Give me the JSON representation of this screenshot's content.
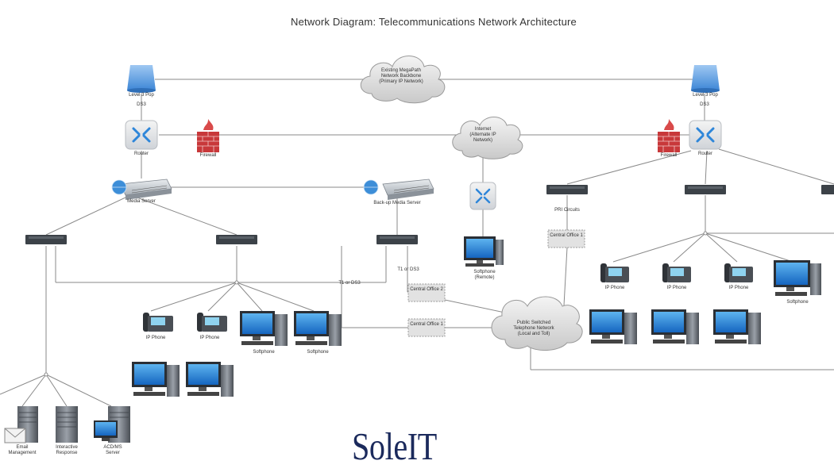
{
  "diagram": {
    "title": "Network Diagram: Telecommunications Network Architecture",
    "brand": "SoleIT",
    "clouds": {
      "backbone": "Existing MegaPath Network Backbone (Primary IP Network)",
      "internet": "Internet (Alternate IP Network)",
      "pstn": "Public Switched Telephone Network (Local and Toll)"
    },
    "labels": {
      "pop_left": "Level 3 Pop",
      "pop_right": "Level 3 Pop",
      "ds3_left": "DS3",
      "ds3_right": "DS3",
      "router_left": "Router",
      "router_right": "Router",
      "firewall_left": "Firewall",
      "firewall_right": "Firewall",
      "media_server": "Media Server",
      "backup_media_server": "Back-up Media Server",
      "t1_ds3": "T1 or DS3",
      "t1_ds3_b": "T1 or DS3",
      "central_office_2": "Central Office 2",
      "central_office_1": "Central Office 1",
      "central_office_1_right": "Central Office 1",
      "pri_circuits": "PRI Circuits",
      "softphone_remote": "Softphone (Remote)",
      "ip_phone_1": "IP Phone",
      "ip_phone_2": "IP Phone",
      "softphone_1": "Softphone",
      "softphone_2": "Softphone",
      "ip_phone_r1": "IP Phone",
      "ip_phone_r2": "IP Phone",
      "ip_phone_r3": "IP Phone",
      "softphone_r": "Softphone",
      "email_mgmt": "Email Management",
      "ivr": "Interactive Response",
      "acd": "ACD/MS Server"
    }
  }
}
